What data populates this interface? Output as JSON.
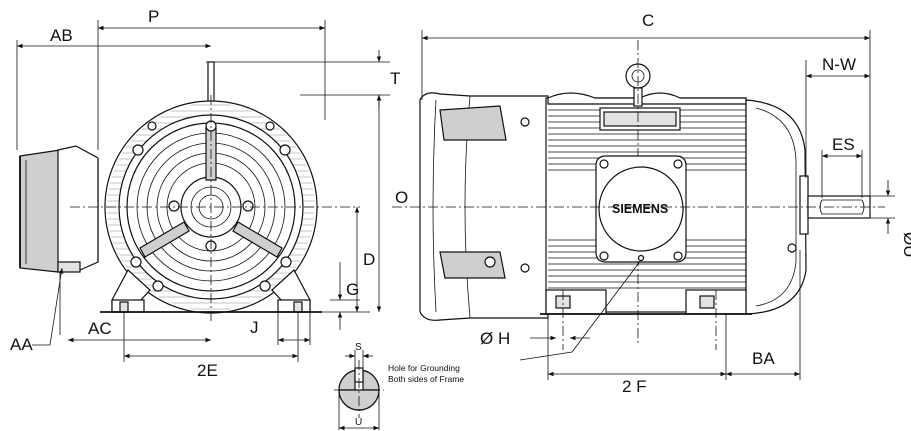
{
  "labels": {
    "P": "P",
    "AB": "AB",
    "C": "C",
    "NW": "N-W",
    "T": "T",
    "ES": "ES",
    "O": "O",
    "D": "D",
    "G": "G",
    "U": "ØU",
    "AA": "AA",
    "AC": "AC",
    "J": "J",
    "E2": "2E",
    "H": "Ø H",
    "F2": "2 F",
    "BA": "BA",
    "S": "S",
    "Ushaft": "U"
  },
  "brand": "SIEMENS",
  "note": {
    "line1": "Hole for Grounding",
    "line2": "Both sides of Frame"
  }
}
